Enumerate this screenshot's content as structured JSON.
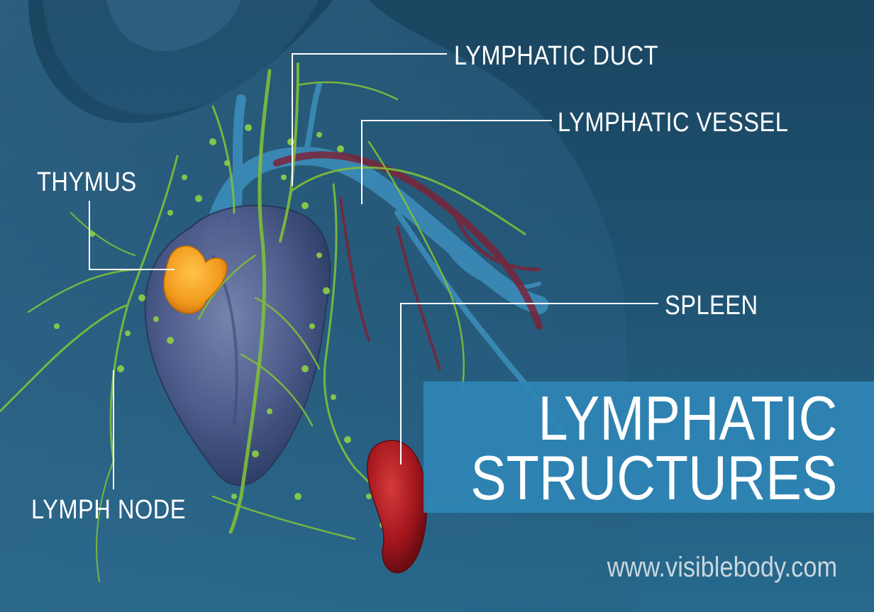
{
  "labels": {
    "lymphatic_duct": "LYMPHATIC DUCT",
    "lymphatic_vessel": "LYMPHATIC VESSEL",
    "thymus": "THYMUS",
    "spleen": "SPLEEN",
    "lymph_node": "LYMPH NODE"
  },
  "title": {
    "line1": "LYMPHATIC",
    "line2": "STRUCTURES"
  },
  "website": "www.visiblebody.com",
  "colors": {
    "background": "#1d4a66",
    "title_band": "#2f86b5",
    "lymph_green": "#7fbf3a",
    "thymus_orange": "#f29a1c",
    "spleen_red": "#a3161d",
    "vein_blue": "#3d8fbd",
    "artery_red": "#7a2438",
    "label_text": "#ffffff"
  }
}
